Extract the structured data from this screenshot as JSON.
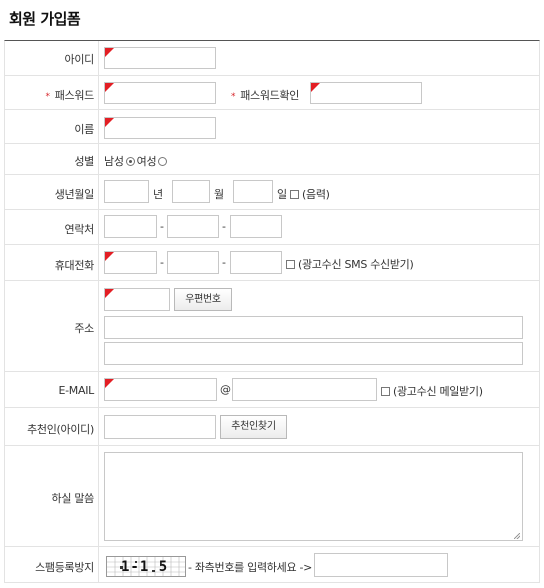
{
  "page": {
    "title": "회원 가입폼"
  },
  "fields": {
    "id_label": "아이디",
    "password_label": "패스워드",
    "password_confirm_label": "패스워드확인",
    "required_mark": "*",
    "name_label": "이름",
    "gender_label": "성별",
    "gender_male": "남성",
    "gender_female": "여성",
    "gender_selected": "male",
    "birth_label": "생년월일",
    "birth_year_unit": "년",
    "birth_month_unit": "월",
    "birth_day_unit": "일",
    "lunar_label": "(음력)",
    "phone_label": "연락처",
    "mobile_label": "휴대전화",
    "sms_consent_label": "(광고수신 SMS 수신받기)",
    "dash": "-",
    "address_label": "주소",
    "zipcode_button": "우편번호",
    "email_label": "E-MAIL",
    "email_at": "@",
    "email_consent_label": "(광고수신 메일받기)",
    "referrer_label": "추천인(아이디)",
    "referrer_button": "추천인찾기",
    "message_label": "하실 말씀",
    "spam_label": "스팸등록방지",
    "captcha_prompt": "- 좌측번호를 입력하세요 ->",
    "captcha_text": "1-1 5"
  }
}
